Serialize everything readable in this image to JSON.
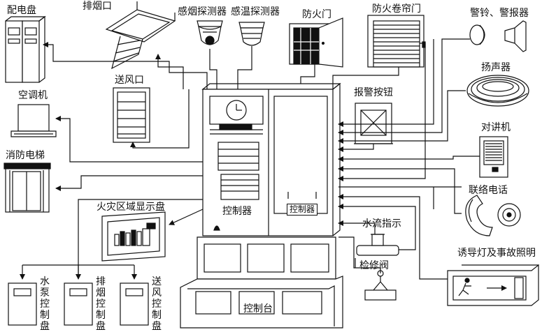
{
  "colors": {
    "line": "#111111",
    "background": "#ffffff"
  },
  "labels": {
    "distribution_panel": "配电盘",
    "smoke_exhaust": "排烟口",
    "smoke_detector": "感烟探测器",
    "heat_detector": "感温探测器",
    "fire_door": "防火门",
    "fire_shutter": "防火卷帘门",
    "bell_alarm": "警铃、警报器",
    "speaker": "扬声器",
    "air_supply": "送风口",
    "air_conditioner": "空调机",
    "alarm_button": "报警按钮",
    "intercom": "对讲机",
    "fire_elevator": "消防电梯",
    "fire_zone_display": "火灾区域显示盘",
    "controller_main": "控制器",
    "controller_sub": "控制器",
    "contact_phone": "联络电话",
    "water_flow": "水流指示",
    "maintenance_valve": "检修阀",
    "emergency_lighting": "诱导灯及事故照明",
    "pump_panel": "水泵控制盘",
    "smoke_panel": "排烟控制盘",
    "supply_panel": "送风控制盘",
    "console": "控制台"
  },
  "icons": [
    "distribution-panel-icon",
    "smoke-exhaust-vent-icon",
    "smoke-detector-icon",
    "heat-detector-icon",
    "fire-door-icon",
    "fire-shutter-icon",
    "alarm-bell-icon",
    "siren-icon",
    "speaker-icon",
    "air-supply-vent-icon",
    "air-conditioner-icon",
    "alarm-button-icon",
    "intercom-icon",
    "elevator-icon",
    "zone-display-icon",
    "clock-icon",
    "telephone-icon",
    "water-flow-indicator-icon",
    "valve-icon",
    "exit-sign-icon",
    "control-panel-icon",
    "console-desk-icon"
  ]
}
